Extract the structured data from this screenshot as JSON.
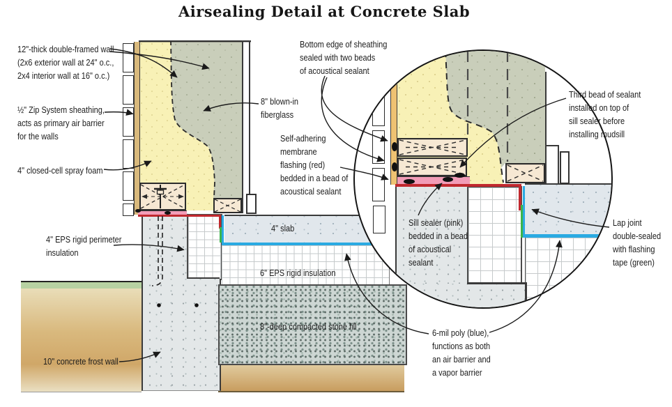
{
  "title": "Airsealing Detail at Concrete Slab",
  "labels": {
    "double_framed_wall": "12\"-thick double-framed wall\n(2x6 exterior wall at 24\" o.c.,\n2x4 interior wall at 16\" o.c.)",
    "zip_sheathing": "½\" Zip System sheathing,\nacts as primary air barrier\nfor the walls",
    "spray_foam": "4\" closed-cell spray foam",
    "blown_in_fiberglass": "8\" blown-in\nfiberglass",
    "bottom_edge_sheathing": "Bottom edge of sheathing\nsealed with two beads\nof acoustical sealant",
    "membrane_flashing": "Self-adhering\nmembrane\nflashing (red)\nbedded in a bead of\nacoustical sealant",
    "third_bead": "Third bead of sealant\ninstalled on top of\nsill sealer before\ninstalling mudsill",
    "sill_sealer": "Sill sealer (pink)\nbedded in a bead\nof acoustical\nsealant",
    "lap_joint": "Lap joint\ndouble-sealed\nwith flashing\ntape (green)",
    "poly": "6-mil poly (blue),\nfunctions as both\nan air barrier and\na vapor barrier",
    "eps_perimeter": "4\" EPS rigid perimeter\ninsulation",
    "slab": "4\" slab",
    "eps_subslab": "6\" EPS rigid insulation",
    "stone_fill": "8\"-deep compacted stone fill",
    "frost_wall": "10\" concrete frost wall"
  },
  "colors": {
    "spray_foam_yellow": "#f8f1b6",
    "fiberglass_gray": "#c9ceba",
    "sheathing_tan": "#d9b97c",
    "sheathing_tan_detail": "#eec272",
    "wood": "#f6e8d3",
    "sill_sealer_pink": "#f29cb7",
    "flashing_red": "#c0282e",
    "poly_blue": "#2aaae2",
    "flashing_tape_green": "#3db54b",
    "concrete": "#e3e7e8",
    "slab_concrete": "#e1e7ec",
    "grass_green": "#b7d1a2"
  }
}
